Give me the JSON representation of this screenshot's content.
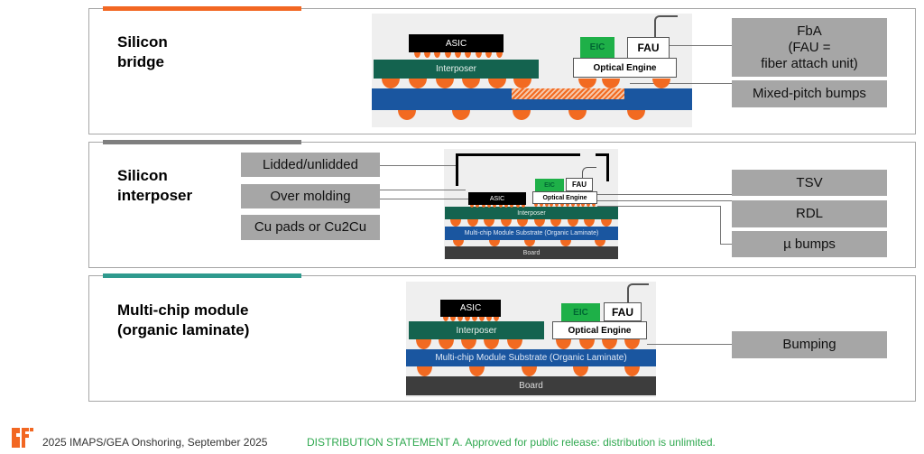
{
  "panels": [
    {
      "title_line1": "Silicon",
      "title_line2": "bridge",
      "accent": "#f26722",
      "diagram": {
        "asic": "ASIC",
        "interposer": "Interposer",
        "eic": "EIC",
        "fau": "FAU",
        "optical_engine": "Optical Engine"
      },
      "labels": [
        "FbA",
        "(FAU =",
        "fiber attach unit)",
        "Mixed-pitch bumps"
      ]
    },
    {
      "title_line1": "Silicon",
      "title_line2": "interposer",
      "accent": "#7f7f7f",
      "diagram": {
        "asic": "ASIC",
        "interposer": "Interposer",
        "eic": "EIC",
        "fau": "FAU",
        "optical_engine": "Optical Engine",
        "substrate": "Multi-chip Module Substrate (Organic Laminate)",
        "board": "Board"
      },
      "left_labels": [
        "Lidded/unlidded",
        "Over molding",
        "Cu pads or Cu2Cu"
      ],
      "labels": [
        "TSV",
        "RDL",
        "µ bumps"
      ]
    },
    {
      "title_line1": "Multi-chip module",
      "title_line2": "(organic laminate)",
      "accent": "#2e9a8e",
      "diagram": {
        "asic": "ASIC",
        "interposer": "Interposer",
        "eic": "EIC",
        "fau": "FAU",
        "optical_engine": "Optical Engine",
        "substrate": "Multi-chip Module Substrate (Organic Laminate)",
        "board": "Board"
      },
      "labels": [
        "Bumping"
      ]
    }
  ],
  "footer": {
    "logo": "gf",
    "citation": "2025 IMAPS/GEA Onshoring, September 2025",
    "distribution": "DISTRIBUTION STATEMENT A.  Approved for public release: distribution is unlimited.",
    "distribution_color": "#2fa84f"
  }
}
